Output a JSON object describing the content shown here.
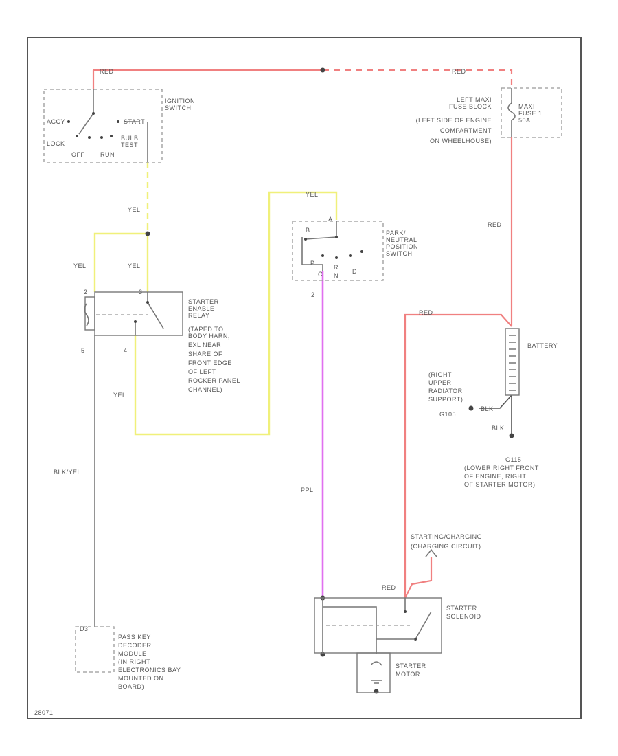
{
  "colors": {
    "red": "#f08080",
    "yellow": "#f0f07a",
    "purple": "#e070f0",
    "black_yellow": "#888888",
    "black": "#555555"
  },
  "wire_labels": {
    "red_top_left": "RED",
    "red_top_right": "RED",
    "yel_ignition": "YEL",
    "yel_relay_left": "YEL",
    "yel_relay_right": "YEL",
    "yel_top_pnp": "YEL",
    "yel_bottom": "YEL",
    "red_fuse": "RED",
    "red_battery": "RED",
    "blk_yel": "BLK/YEL",
    "ppl": "PPL",
    "blk": "BLK",
    "red_solenoid": "RED"
  },
  "components": {
    "ignition_switch": {
      "label": [
        "IGNITION",
        "SWITCH"
      ],
      "positions": {
        "acc": "ACCY",
        "lock": "LOCK",
        "off": "OFF",
        "run": "RUN",
        "start": "START",
        "bulb": [
          "BULB",
          "TEST"
        ]
      }
    },
    "fuse_block": {
      "label": [
        "LEFT MAXI",
        "FUSE BLOCK",
        "(LEFT SIDE OF ENGINE",
        "COMPARTMENT",
        "ON WHEELHOUSE)"
      ],
      "fuse": [
        "MAXI",
        "FUSE 1",
        "50A"
      ]
    },
    "park_neutral": {
      "label": [
        "PARK/",
        "NEUTRAL",
        "POSITION",
        "SWITCH"
      ],
      "pins": {
        "p": "P",
        "r": "R",
        "n": "N",
        "d": "D",
        "pin_b": "B",
        "pin_a": "A",
        "pin_c": "C",
        "pin_2": "2"
      }
    },
    "starter_relay": {
      "label": [
        "STARTER",
        "ENABLE",
        "RELAY",
        "(TAPED TO",
        "BODY HARN,",
        "EXL NEAR",
        "SHARE OF",
        "FRONT EDGE",
        "OF LEFT",
        "ROCKER PANEL",
        "CHANNEL)"
      ],
      "pins": {
        "p1": "2",
        "p2": "3",
        "p3": "5",
        "p4": "4"
      }
    },
    "battery": {
      "label": "BATTERY"
    },
    "ground_upper": {
      "label": [
        "(RIGHT",
        "UPPER",
        "RADIATOR",
        "SUPPORT)",
        "G105"
      ],
      "tag": "BLK"
    },
    "ground_lower": {
      "label": [
        "G115",
        "(LOWER RIGHT FRONT",
        "OF ENGINE, RIGHT",
        "OF STARTER MOTOR)"
      ]
    },
    "charging_ref": {
      "label": [
        "STARTING/CHARGING",
        "(CHARGING CIRCUIT)"
      ]
    },
    "starter_solenoid": {
      "label": [
        "STARTER",
        "SOLENOID"
      ]
    },
    "starter_motor": {
      "label": [
        "STARTER",
        "MOTOR"
      ]
    },
    "passkey": {
      "label": [
        "PASS KEY",
        "DECODER",
        "MODULE",
        "(IN RIGHT",
        "ELECTRONICS BAY,",
        "MOUNTED ON",
        "BOARD)"
      ],
      "pin": "D3"
    }
  },
  "footer_code": "28071"
}
